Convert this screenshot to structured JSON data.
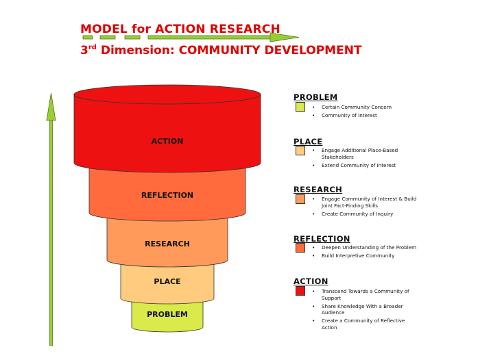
{
  "title": "MODEL for ACTION RESEARCH",
  "subtitle": {
    "prefix": "3",
    "superscript": "rd",
    "text": " Dimension: COMMUNITY DEVELOPMENT"
  },
  "colors": {
    "title": "#e00000",
    "arrow_fill": "#9acd32",
    "arrow_stroke": "#4e7a1e",
    "action": "#ee1111",
    "reflection": "#ff6b3d",
    "research": "#ff9a5a",
    "place": "#ffcb7e",
    "problem": "#d9ea4a"
  },
  "funnel": [
    {
      "label": "ACTION",
      "color": "#ee1111"
    },
    {
      "label": "REFLECTION",
      "color": "#ff6b3d"
    },
    {
      "label": "RESEARCH",
      "color": "#ff9a5a"
    },
    {
      "label": "PLACE",
      "color": "#ffcb7e"
    },
    {
      "label": "PROBLEM",
      "color": "#d9ea4a"
    }
  ],
  "legend": [
    {
      "heading": "PROBLEM",
      "color": "#d9ea4a",
      "bullets": [
        "Certain Community Concern",
        "Community of Interest"
      ]
    },
    {
      "heading": "PLACE",
      "color": "#ffcb7e",
      "bullets": [
        "Engage Additional Place-Based Stakeholders",
        "Extend Community of Interest"
      ]
    },
    {
      "heading": "RESEARCH",
      "color": "#ff9a5a",
      "bullets": [
        "Engage Community of Interest & Build Joint Fact-Finding Skills",
        "Create Community of Inquiry"
      ]
    },
    {
      "heading": "REFLECTION",
      "color": "#ff6b3d",
      "bullets": [
        "Deepen Understanding of the Problem",
        "Build Interpretive Community"
      ]
    },
    {
      "heading": "ACTION",
      "color": "#ee1111",
      "bullets": [
        "Transcend Towards a Community of Support",
        "Share Knowledge With a Broader Audience",
        "Create a Community of Reflective Action"
      ]
    }
  ]
}
